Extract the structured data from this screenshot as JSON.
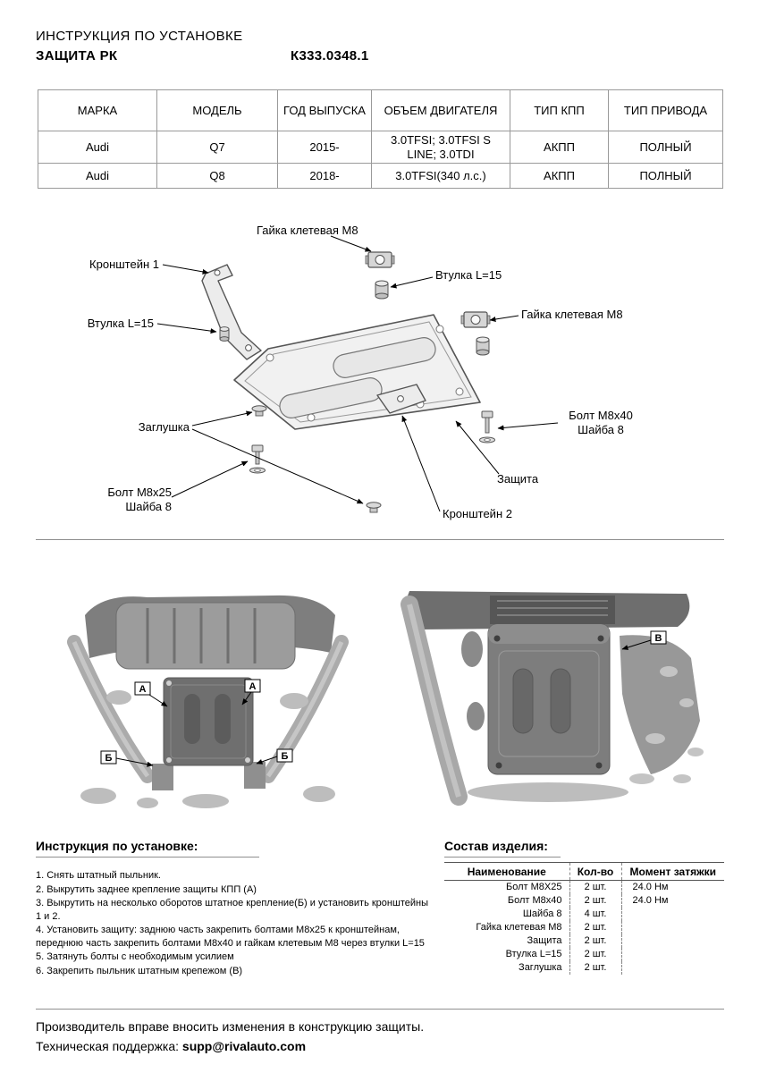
{
  "header": {
    "title": "ИНСТРУКЦИЯ ПО УСТАНОВКЕ",
    "product": "ЗАЩИТА РК",
    "part_number": "К333.0348.1"
  },
  "fitment": {
    "col_marka": "МАРКА",
    "col_model": "МОДЕЛЬ",
    "col_year": "ГОД ВЫПУСКА",
    "col_engine": "ОБЪЕМ ДВИГАТЕЛЯ",
    "col_gearbox": "ТИП КПП",
    "col_drive": "ТИП ПРИВОДА",
    "rows": [
      {
        "marka": "Audi",
        "model": "Q7",
        "year": "2015-",
        "engine": "3.0TFSI; 3.0TFSI S LINE; 3.0TDI",
        "gearbox": "АКПП",
        "drive": "ПОЛНЫЙ"
      },
      {
        "marka": "Audi",
        "model": "Q8",
        "year": "2018-",
        "engine": "3.0TFSI(340 л.с.)",
        "gearbox": "АКПП",
        "drive": "ПОЛНЫЙ"
      }
    ]
  },
  "diagram": {
    "callouts": {
      "cage_nut_top": "Гайка клетевая М8",
      "bracket1": "Кронштейн 1",
      "bushing_right": "Втулка L=15",
      "cage_nut_right": "Гайка клетевая М8",
      "bushing_left": "Втулка L=15",
      "plug": "Заглушка",
      "bolt_m8x40": "Болт М8х40",
      "washer8_right": "Шайба 8",
      "shield": "Защита",
      "bolt_m8x25": "Болт М8х25",
      "washer8_left": "Шайба 8",
      "bracket2": "Кронштейн 2"
    }
  },
  "photos": {
    "left": {
      "marker_a": "А",
      "marker_b": "Б"
    },
    "right": {
      "marker_v": "В"
    }
  },
  "install": {
    "heading": "Инструкция по установке:",
    "steps": [
      "1. Снять штатный пыльник.",
      "2. Выкрутить заднее крепление защиты КПП (А)",
      "3. Выкрутить на несколько оборотов штатное крепление(Б) и установить кронштейны 1 и 2.",
      "4. Установить защиту: заднюю часть закрепить болтами М8х25 к кронштейнам, переднюю часть закрепить болтами М8х40 и гайкам клетевым М8 через втулки L=15",
      "5. Затянуть болты с необходимым усилием",
      "6. Закрепить пыльник штатным крепежом (В)"
    ]
  },
  "parts": {
    "heading": "Состав изделия:",
    "col_name": "Наименование",
    "col_qty": "Кол-во",
    "col_torque": "Момент затяжки",
    "rows": [
      {
        "name": "Болт М8Х25",
        "qty": "2 шт.",
        "torque": "24.0 Нм"
      },
      {
        "name": "Болт М8х40",
        "qty": "2 шт.",
        "torque": "24.0 Нм"
      },
      {
        "name": "Шайба 8",
        "qty": "4 шт.",
        "torque": ""
      },
      {
        "name": "Гайка клетевая М8",
        "qty": "2 шт.",
        "torque": ""
      },
      {
        "name": "Защита",
        "qty": "2 шт.",
        "torque": ""
      },
      {
        "name": "Втулка L=15",
        "qty": "2 шт.",
        "torque": ""
      },
      {
        "name": "Заглушка",
        "qty": "2 шт.",
        "torque": ""
      }
    ]
  },
  "footer": {
    "note": "Производитель вправе вносить изменения в конструкцию защиты.",
    "support_label": "Техническая поддержка:",
    "support_email": "supp@rivalauto.com"
  }
}
